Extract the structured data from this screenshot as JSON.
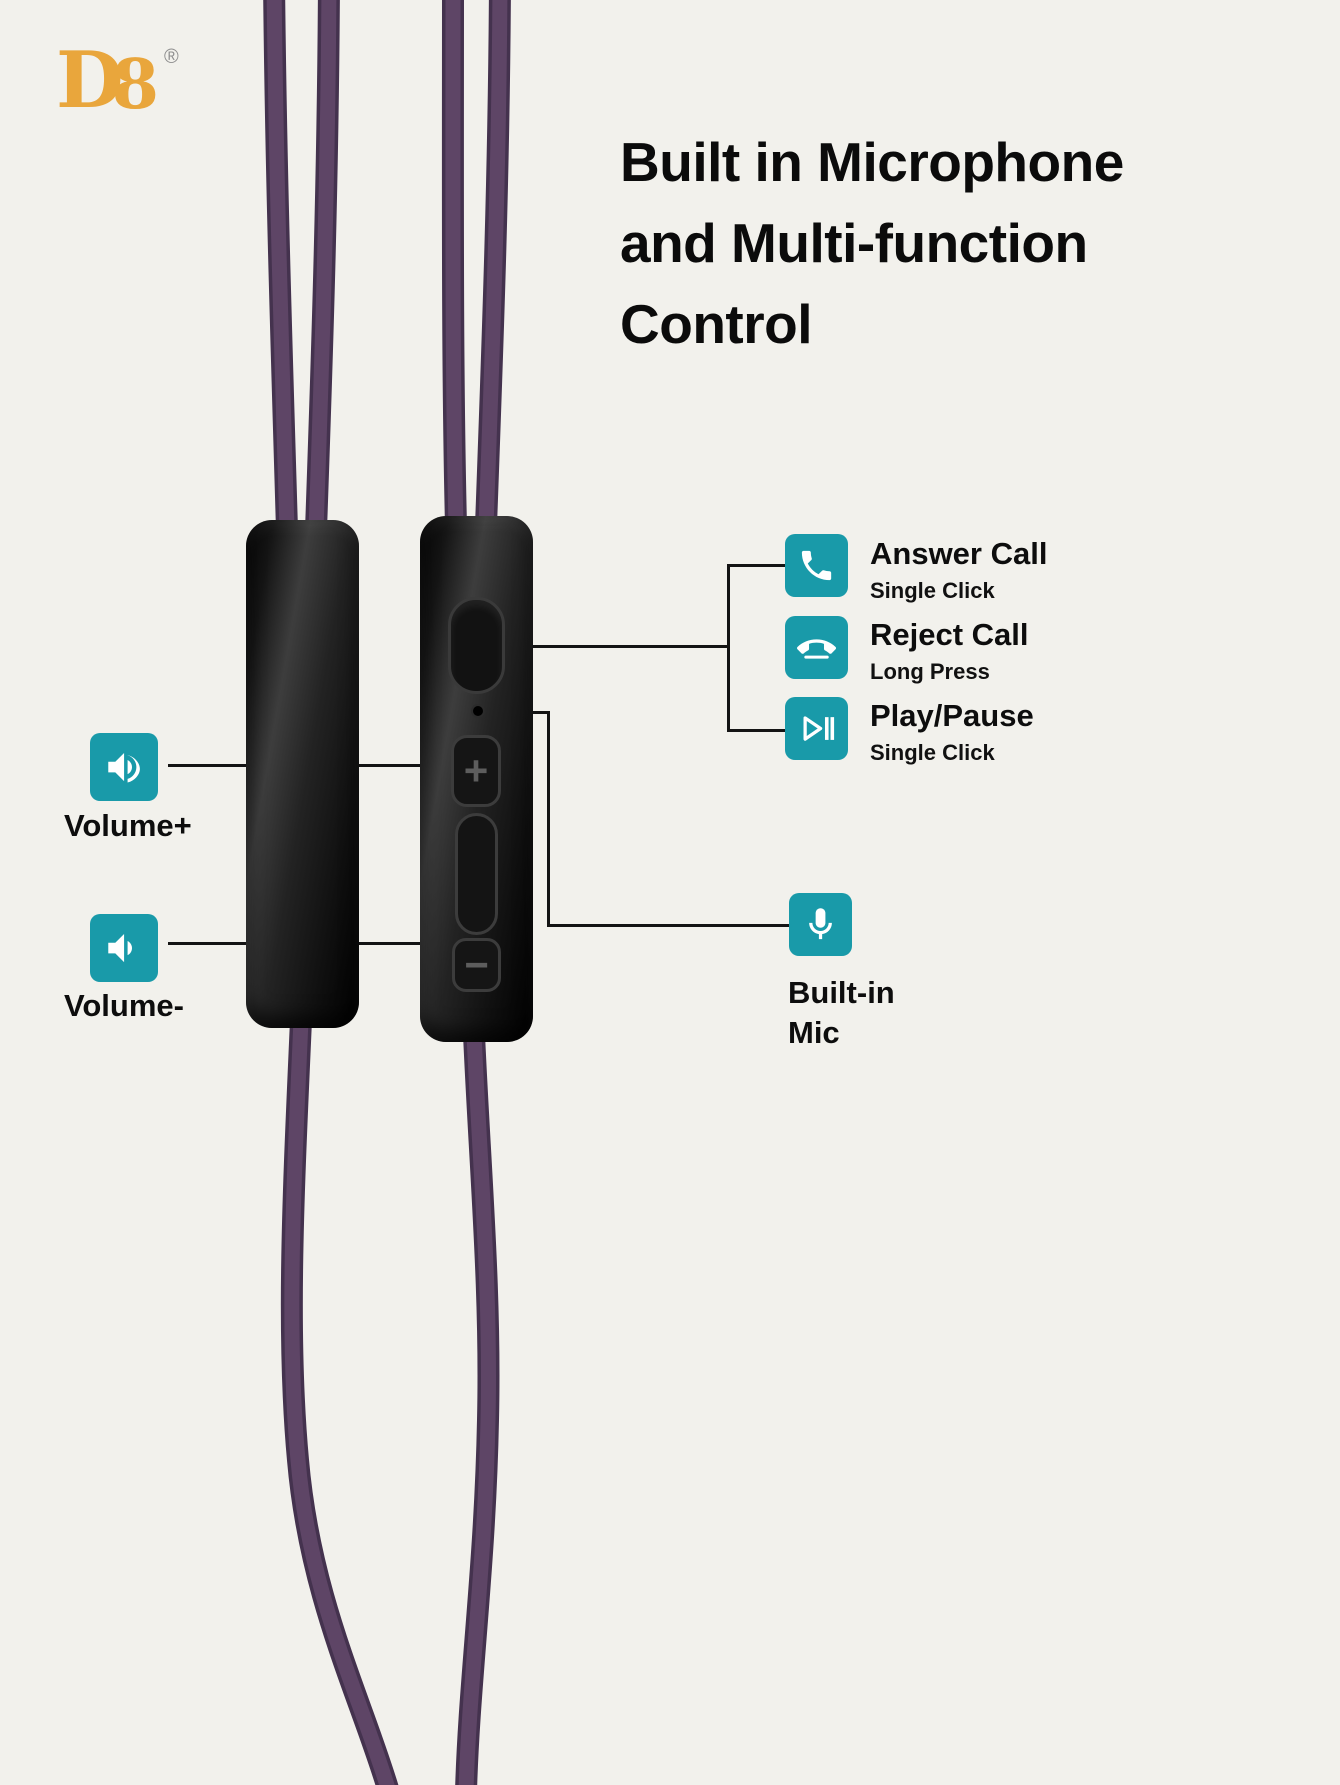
{
  "brand": {
    "logo_d": "D",
    "logo_8": "8",
    "registered": "®"
  },
  "title": {
    "lines": [
      "Built in Microphone",
      "and Multi-function",
      "Control"
    ]
  },
  "callouts": {
    "answer": {
      "label": "Answer Call",
      "detail": "Single Click"
    },
    "reject": {
      "label": "Reject Call",
      "detail": "Long Press"
    },
    "play_pause": {
      "label": "Play/Pause",
      "detail": "Single Click"
    },
    "volume_up": {
      "label": "Volume+"
    },
    "volume_down": {
      "label": "Volume-"
    },
    "mic": {
      "lines": [
        "Built-in",
        "Mic"
      ]
    }
  },
  "remote": {
    "volume_up_symbol": "+",
    "volume_down_symbol": "−"
  },
  "icons": {
    "answer": "phone-icon",
    "reject": "phone-down-icon",
    "play_pause": "play-pause-icon",
    "mic": "microphone-icon",
    "volume_up": "speaker-loud-icon",
    "volume_down": "speaker-low-icon"
  },
  "colors": {
    "teal": "#199AA9",
    "cable_purple": "#5E4566",
    "cable_purple_dark": "#44324E",
    "background": "#F2F1EC",
    "logo_gold": "#E9A63C",
    "connector": "#141414"
  }
}
